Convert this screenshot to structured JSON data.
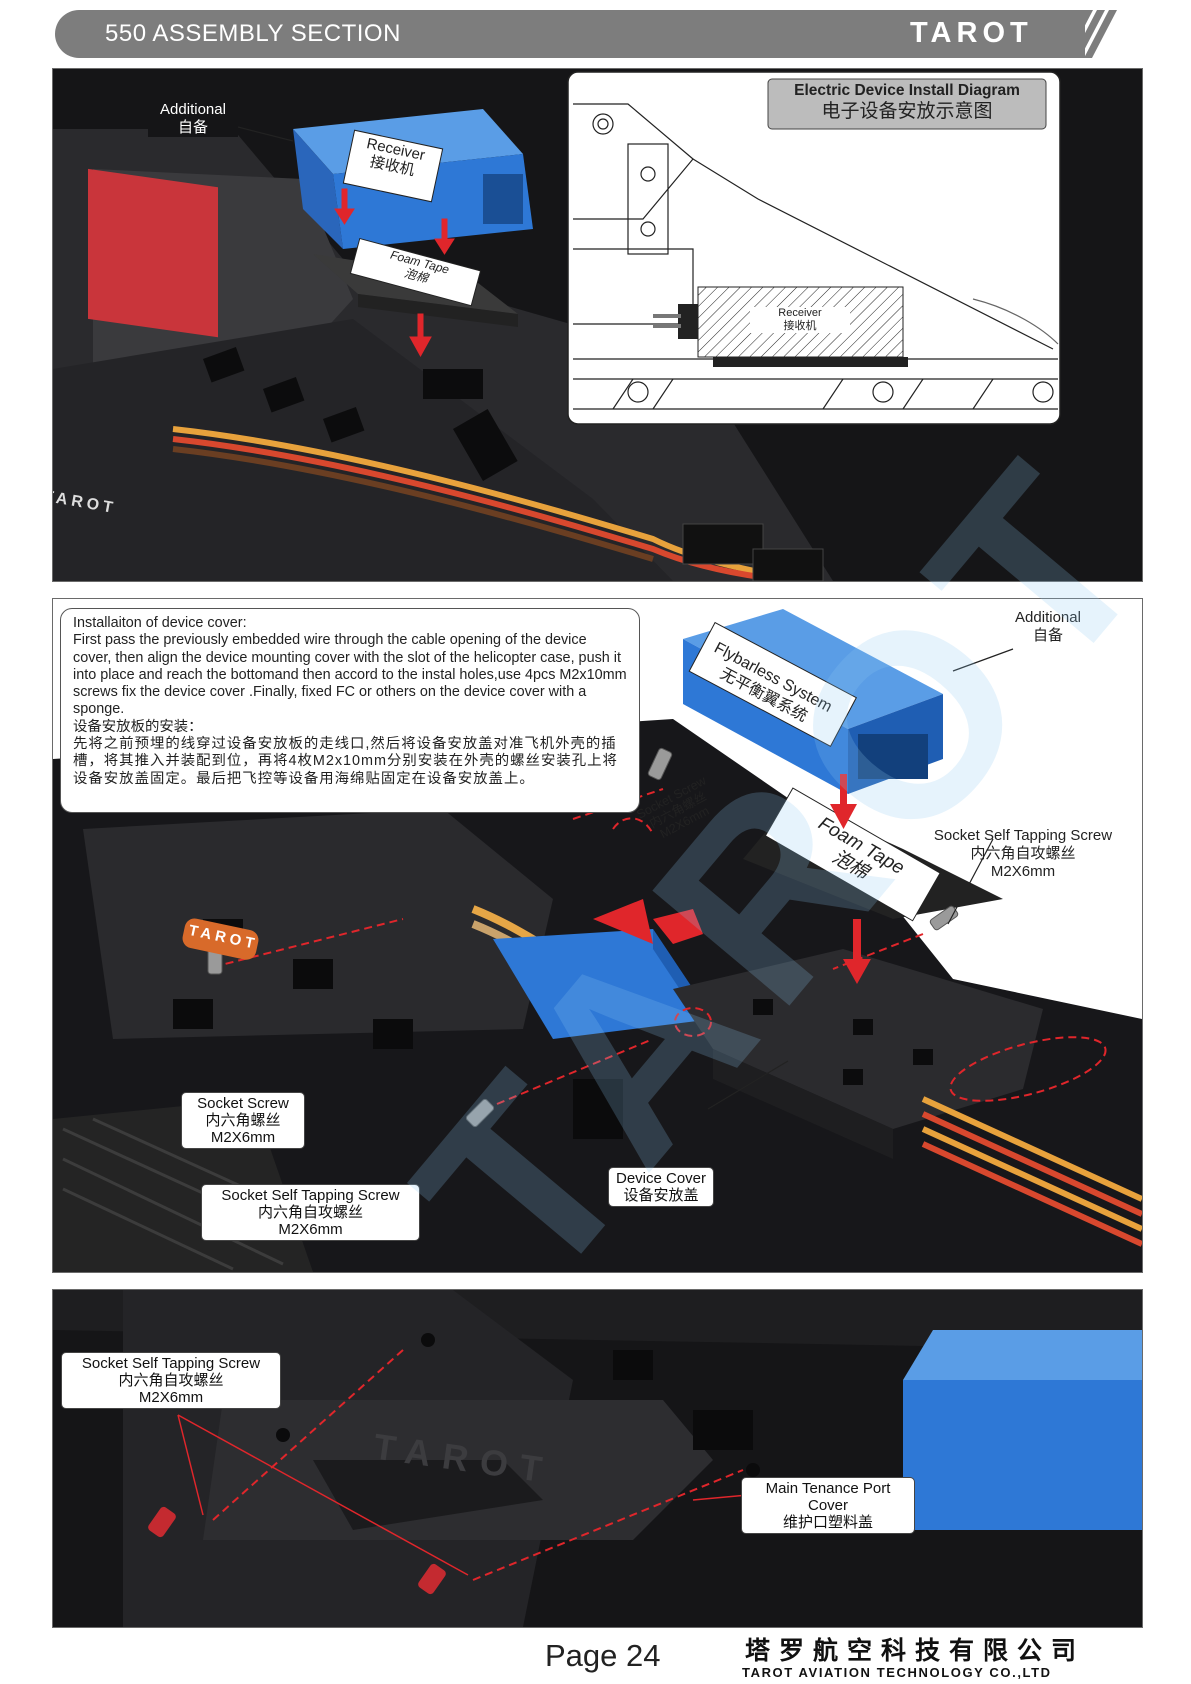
{
  "header": {
    "section_title": "550 ASSEMBLY SECTION",
    "logo": "TAROT"
  },
  "panel1": {
    "receiver_label": "Receiver\n接收机",
    "foam_label": "Foam Tape\n泡棉",
    "additional_label": "Additional\n自备",
    "frame_logo": "TAROT",
    "diagram": {
      "title_en": "Electric Device Install Diagram",
      "title_cn": "电子设备安放示意图",
      "receiver_label": "Receiver\n接收机"
    }
  },
  "panel2": {
    "instruction": {
      "heading": "Installaiton of device cover:",
      "body_en": "First pass the previously embedded wire through the cable opening of the device cover, then align the device mounting cover with the slot of the helicopter case, push it into place and reach the bottomand then accord to the instal holes,use 4pcs M2x10mm screws fix the device cover .Finally, fixed FC or others on the device cover with a sponge.",
      "heading_cn": "设备安放板的安装：",
      "body_cn": "先将之前预埋的线穿过设备安放板的走线口,然后将设备安放盖对准飞机外壳的插槽，将其推入并装配到位，再将4枚M2x10mm分别安装在外壳的螺丝安装孔上将设备安放盖固定。最后把飞控等设备用海绵贴固定在设备安放盖上。"
    },
    "flybarless_label": "Flybarless System\n无平衡翼系统",
    "additional_label": "Additional\n自备",
    "socket_screw_rotated": "Socket Screw\n内六角螺丝\nM2X6mm",
    "self_tapping_right": "Socket Self Tapping Screw\n内六角自攻螺丝\nM2X6mm",
    "foam_label": "Foam Tape\n泡棉",
    "socket_screw_box": "Socket Screw\n内六角螺丝\nM2X6mm",
    "self_tapping_box": "Socket Self Tapping Screw\n内六角自攻螺丝\nM2X6mm",
    "device_cover": "Device Cover\n设备安放盖",
    "frame_logo": "TAROT"
  },
  "panel3": {
    "self_tapping_box": "Socket Self Tapping Screw\n内六角自攻螺丝\nM2X6mm",
    "port_cover": "Main Tenance Port Cover\n维护口塑料盖",
    "frame_logo": "TAROT"
  },
  "watermark": "TAROT",
  "footer": {
    "page": "Page 24",
    "company_cn": "塔罗航空科技有限公司",
    "company_en": "TAROT AVIATION TECHNOLOGY CO.,LTD"
  },
  "colors": {
    "header_gray": "#7d7d7d",
    "device_blue": "#2e78d6",
    "arrow_red": "#e0262b",
    "frame_dark": "#1c1c1e"
  }
}
